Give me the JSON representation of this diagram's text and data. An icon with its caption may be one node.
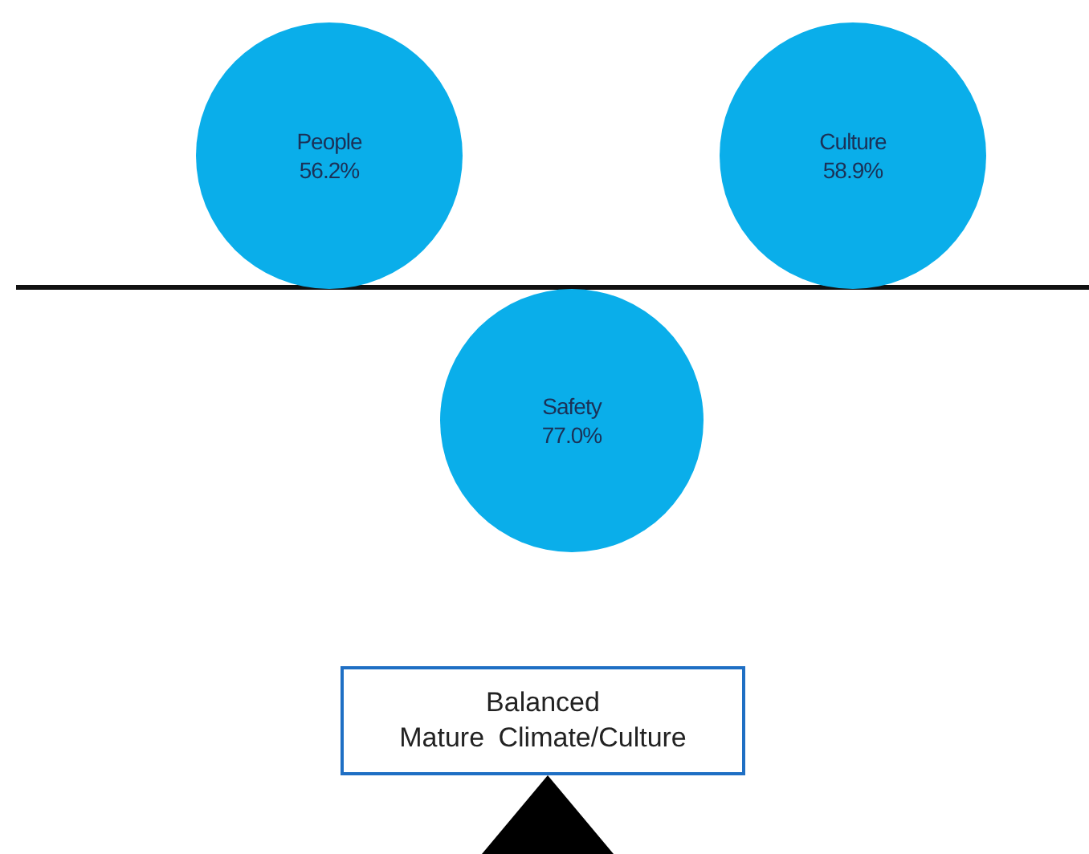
{
  "diagram": {
    "nodes": [
      {
        "text": [
          "People",
          "56.2%"
        ]
      },
      {
        "text": [
          "Culture",
          "58.9%"
        ]
      },
      {
        "text": [
          "Safety",
          "77.0%"
        ]
      },
      {
        "text": [
          "Balanced",
          "Mature Climate/Culture"
        ]
      },
      {
        "text": [],
        "shape": "triangle"
      }
    ]
  }
}
